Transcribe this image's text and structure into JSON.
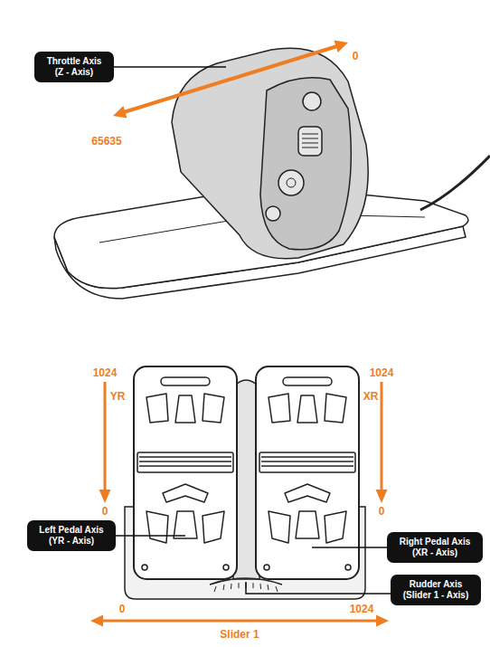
{
  "diagram": {
    "nodes": [
      {
        "text": [
          "Throttle Axis (Z - Axis)"
        ]
      },
      {
        "text": [
          "Left Pedal Axis (YR - Axis)"
        ]
      },
      {
        "text": [
          "Right Pedal Axis (XR - Axis)"
        ]
      },
      {
        "text": [
          "Rudder Axis (Slider 1 - Axis)"
        ]
      }
    ],
    "labels": [
      "0",
      "65635",
      "1024",
      "YR",
      "0",
      "1024",
      "XR",
      "0",
      "0",
      "Slider 1",
      "1024"
    ]
  }
}
